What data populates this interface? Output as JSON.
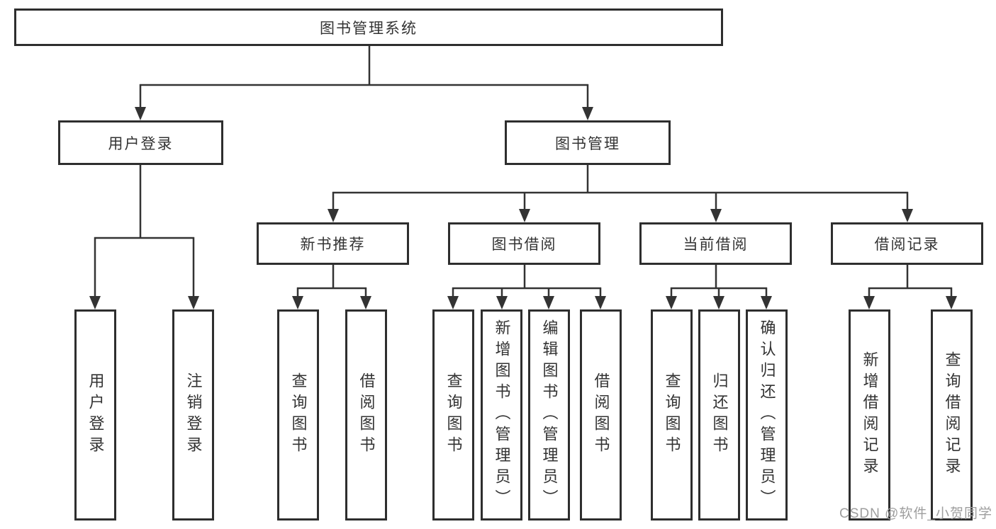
{
  "diagram": {
    "root": {
      "label": "图书管理系统",
      "children": [
        {
          "label": "用户登录",
          "children": [
            {
              "label": "用户登录"
            },
            {
              "label": "注销登录"
            }
          ]
        },
        {
          "label": "图书管理",
          "children": [
            {
              "label": "新书推荐",
              "children": [
                {
                  "label": "查询图书"
                },
                {
                  "label": "借阅图书"
                }
              ]
            },
            {
              "label": "图书借阅",
              "children": [
                {
                  "label": "查询图书"
                },
                {
                  "label": "新增图书（管理员）"
                },
                {
                  "label": "编辑图书（管理员）"
                },
                {
                  "label": "借阅图书"
                }
              ]
            },
            {
              "label": "当前借阅",
              "children": [
                {
                  "label": "查询图书"
                },
                {
                  "label": "归还图书"
                },
                {
                  "label": "确认归还（管理员）"
                }
              ]
            },
            {
              "label": "借阅记录",
              "children": [
                {
                  "label": "新增借阅记录"
                },
                {
                  "label": "查询借阅记录"
                }
              ]
            }
          ]
        }
      ]
    }
  },
  "watermark": {
    "text": "CSDN @软件_小贺同学"
  },
  "colors": {
    "line": "#333333",
    "box_border": "#2e2e2e",
    "text": "#333333",
    "watermark_text": "#9e9e9e",
    "background": "#ffffff"
  }
}
